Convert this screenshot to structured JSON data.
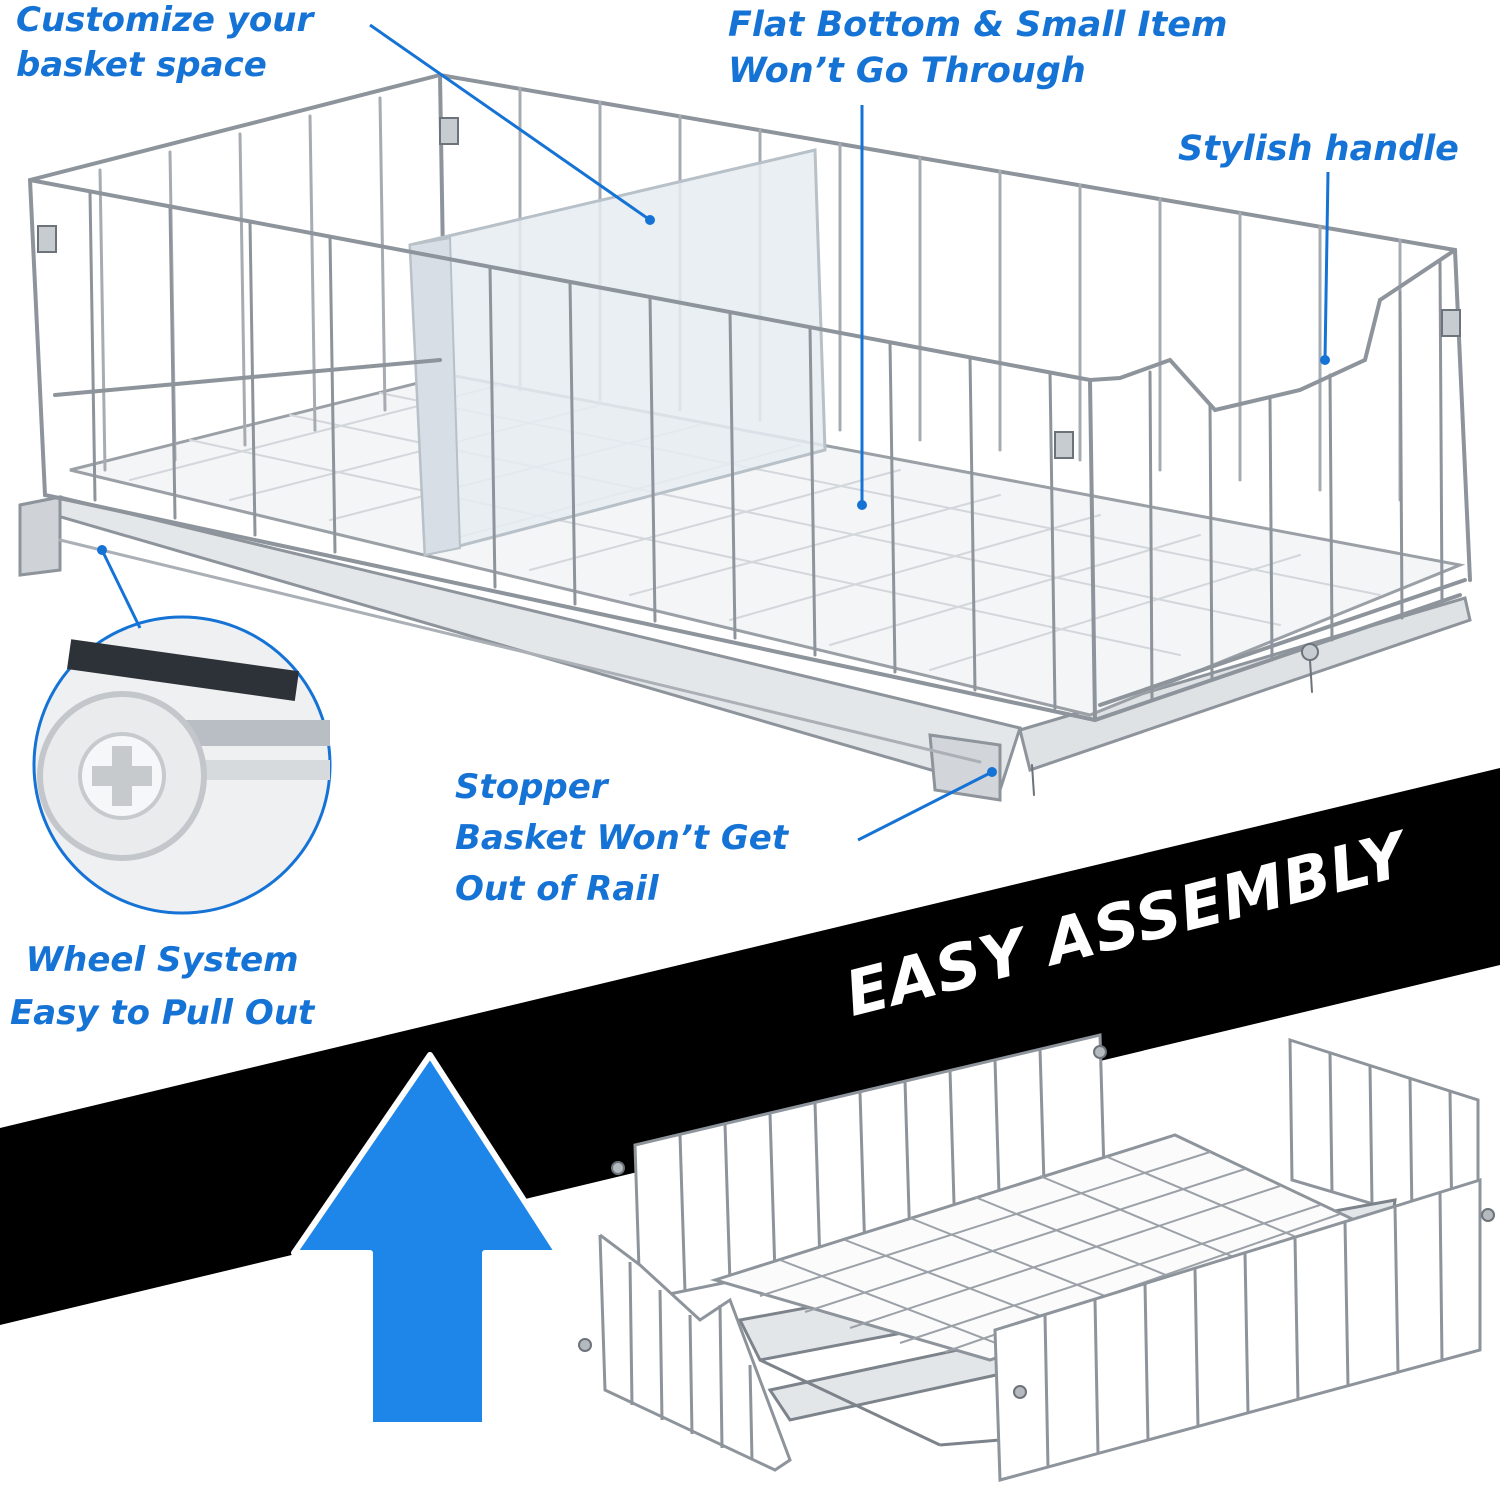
{
  "callouts": {
    "customize": [
      "Customize your",
      "basket space"
    ],
    "flat_bottom": [
      "Flat Bottom & Small Item",
      "Won’t Go Through"
    ],
    "handle": [
      "Stylish handle"
    ],
    "stopper": [
      "Stopper",
      "Basket Won’t Get",
      "Out of Rail"
    ],
    "wheel": [
      "Wheel System",
      "Easy to Pull Out"
    ]
  },
  "banner": {
    "text": "EASY ASSEMBLY"
  },
  "colors": {
    "accent": "#1573d6",
    "arrow": "#1e86e8",
    "banner": "#000000",
    "wire": "#8e949b",
    "wire_light": "#c9cdd2",
    "divider": "#e6ecf2"
  },
  "icons": {
    "arrow": "up-arrow-icon",
    "wheel": "wheel-closeup-icon"
  }
}
